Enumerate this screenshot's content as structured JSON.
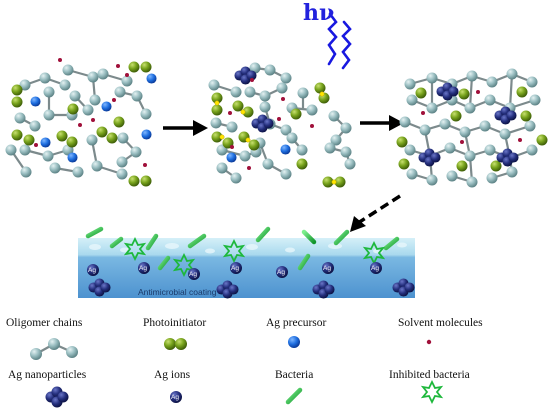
{
  "light_label": "hν",
  "coating_label": "Antimicrobial coating",
  "ag_ion_label": "Ag",
  "legend": [
    {
      "id": "oligomer",
      "label": "Oligomer chains",
      "icon": "oligomer-chain-icon"
    },
    {
      "id": "photoinitiator",
      "label": "Photoinitiator",
      "icon": "photoinitiator-icon"
    },
    {
      "id": "ag_precursor",
      "label": "Ag precursor",
      "icon": "ag-precursor-icon"
    },
    {
      "id": "solvent",
      "label": "Solvent molecules",
      "icon": "solvent-molecule-icon"
    },
    {
      "id": "ag_nano",
      "label": "Ag nanoparticles",
      "icon": "ag-nanoparticle-icon"
    },
    {
      "id": "ag_ions",
      "label": "Ag ions",
      "icon": "ag-ion-icon"
    },
    {
      "id": "bacteria",
      "label": "Bacteria",
      "icon": "bacteria-icon"
    },
    {
      "id": "inhibited",
      "label": "Inhibited bacteria",
      "icon": "inhibited-bacteria-icon"
    }
  ],
  "colors": {
    "oligomer": "#8fb5b8",
    "photoinitiator": "#6f9a1c",
    "ag_precursor": "#1f6fe0",
    "solvent": "#a0103a",
    "ag_nano": "#1f2a78",
    "bacteria": "#1eb83c",
    "coating_top": "#bfe6f2",
    "coating_bottom": "#5fa7d8",
    "light": "#1818e0"
  }
}
